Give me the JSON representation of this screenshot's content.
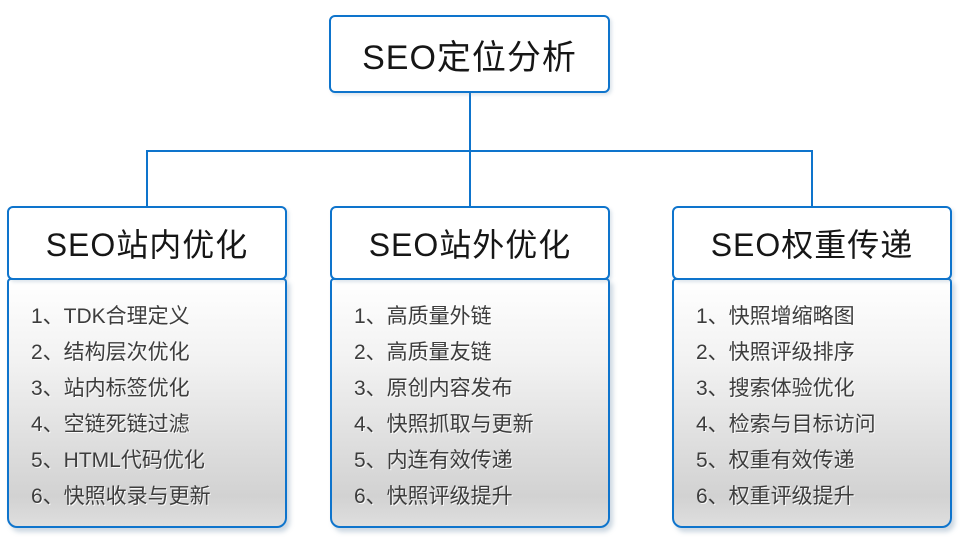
{
  "colors": {
    "accent": "#0e74cc",
    "panel_gradient_top": "#ffffff",
    "panel_gradient_bottom": "#d2d2d2",
    "header_text": "#161616",
    "item_text": "#3d3d3d"
  },
  "root": {
    "title": "SEO定位分析"
  },
  "columns": [
    {
      "title": "SEO站内优化",
      "items": [
        "1、TDK合理定义",
        "2、结构层次优化",
        "3、站内标签优化",
        "4、空链死链过滤",
        "5、HTML代码优化",
        "6、快照收录与更新"
      ]
    },
    {
      "title": "SEO站外优化",
      "items": [
        "1、高质量外链",
        "2、高质量友链",
        "3、原创内容发布",
        "4、快照抓取与更新",
        "5、内连有效传递",
        "6、快照评级提升"
      ]
    },
    {
      "title": "SEO权重传递",
      "items": [
        "1、快照增缩略图",
        "2、快照评级排序",
        "3、搜索体验优化",
        "4、检索与目标访问",
        "5、权重有效传递",
        "6、权重评级提升"
      ]
    }
  ]
}
